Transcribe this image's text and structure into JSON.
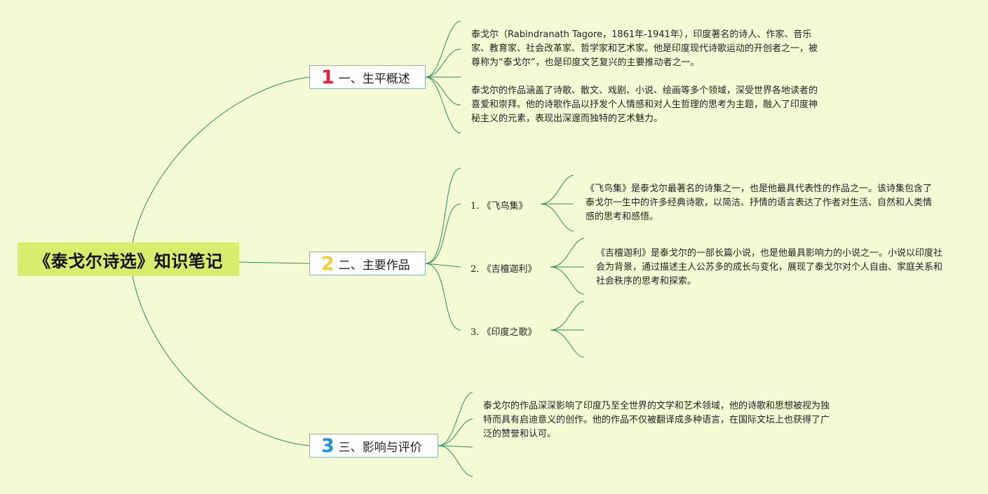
{
  "root": {
    "title": "《泰戈尔诗选》知识笔记"
  },
  "branches": [
    {
      "number": "1",
      "label": "一、生平概述",
      "notes": [
        "泰戈尔（Rabindranath Tagore，1861年-1941年），印度著名的诗人、作家、音乐家、教育家、社会改革家、哲学家和艺术家。他是印度现代诗歌运动的开创者之一，被尊称为“泰戈尔”，也是印度文艺复兴的主要推动者之一。",
        "泰戈尔的作品涵盖了诗歌、散文、戏剧、小说、绘画等多个领域，深受世界各地读者的喜爱和崇拜。他的诗歌作品以抒发个人情感和对人生哲理的思考为主题，融入了印度神秘主义的元素，表现出深邃而独特的艺术魅力。"
      ]
    },
    {
      "number": "2",
      "label": "二、主要作品",
      "works": [
        {
          "title": "1. 《飞鸟集》",
          "note": "《飞鸟集》是泰戈尔最著名的诗集之一，也是他最具代表性的作品之一。该诗集包含了泰戈尔一生中的许多经典诗歌，以简洁、抒情的语言表达了作者对生活、自然和人类情感的思考和感悟。"
        },
        {
          "title": "2. 《吉檀迦利》",
          "note": "《吉檀迦利》是泰戈尔的一部长篇小说，也是他最具影响力的小说之一。小说以印度社会为背景，通过描述主人公苏多的成长与变化，展现了泰戈尔对个人自由、家庭关系和社会秩序的思考和探索。"
        },
        {
          "title": "3. 《印度之歌》",
          "note": ""
        }
      ]
    },
    {
      "number": "3",
      "label": "三、影响与评价",
      "notes": [
        "泰戈尔的作品深深影响了印度乃至全世界的文学和艺术领域，他的诗歌和思想被视为独特而具有启迪意义的创作。他的作品不仅被翻译成多种语言，在国际文坛上也获得了广泛的赞誉和认可。"
      ]
    }
  ],
  "colors": {
    "background": "#f3fad4",
    "root_fill": "#d9ec6d",
    "connector": "#2f8a5a",
    "number_1": "#e0253b",
    "number_2": "#f2cf3c",
    "number_3": "#1d95dd"
  }
}
